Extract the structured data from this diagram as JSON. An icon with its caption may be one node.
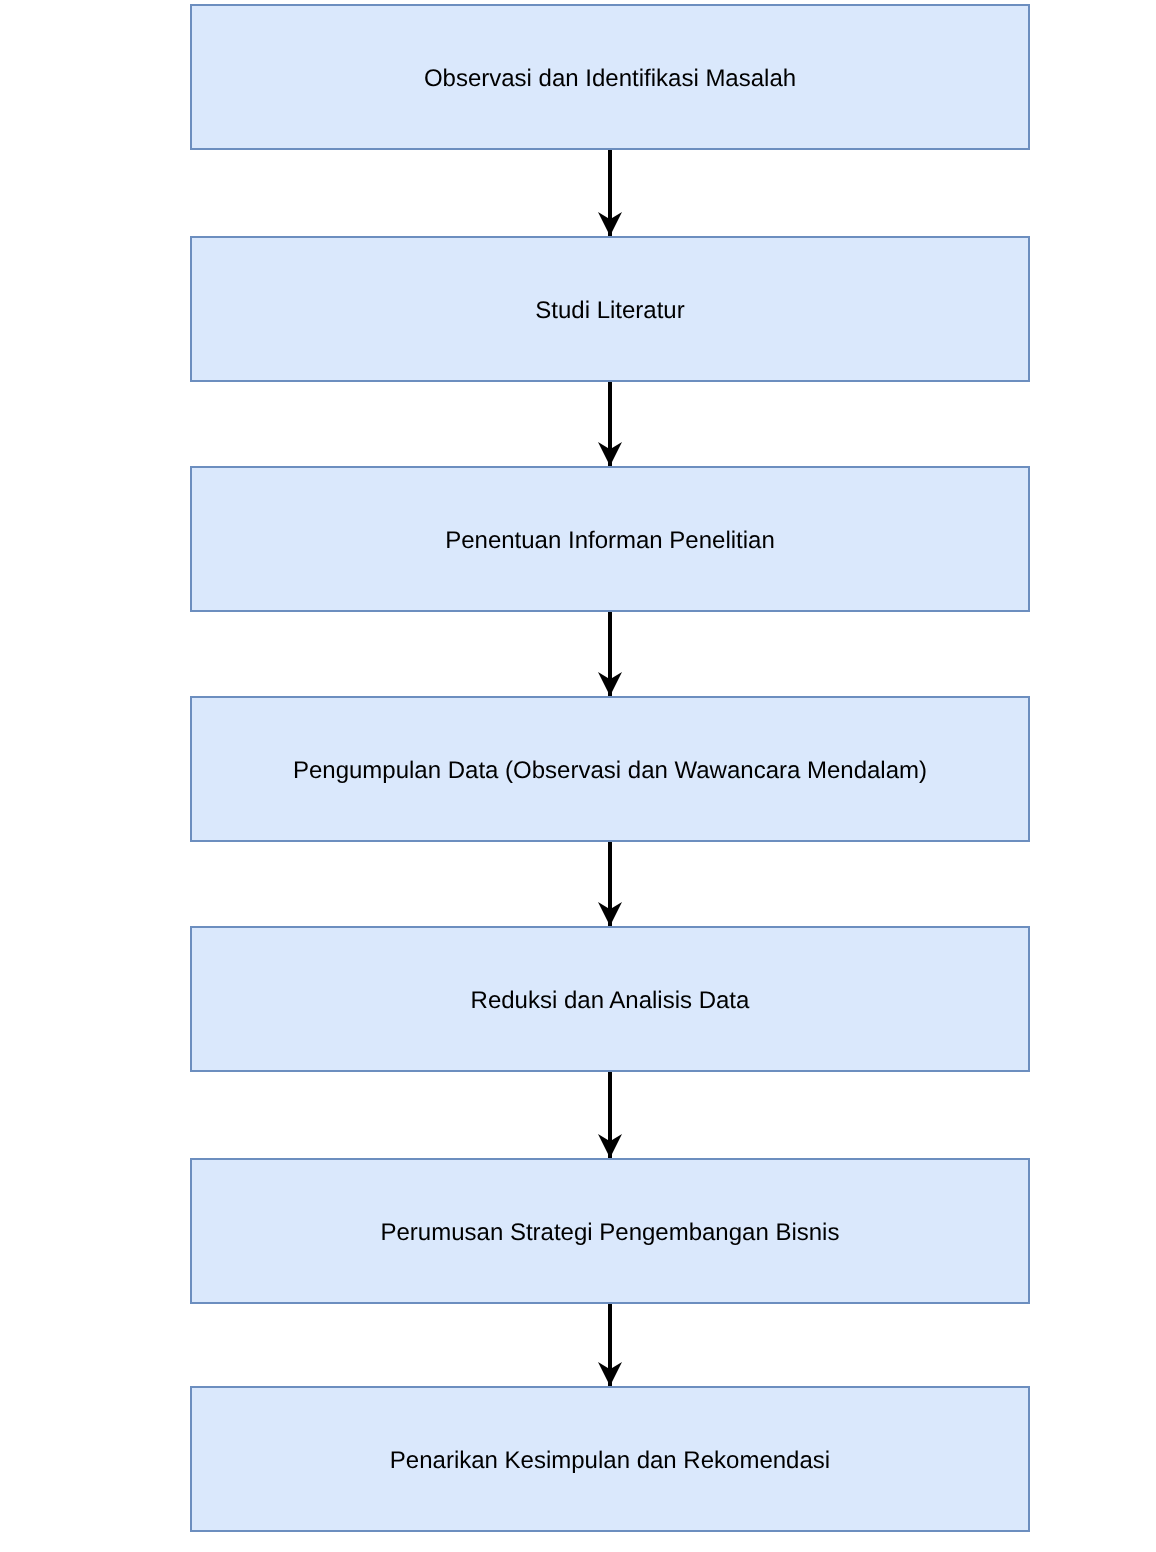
{
  "diagram": {
    "nodes": [
      {
        "text": [
          "Observasi dan Identifikasi Masalah"
        ]
      },
      {
        "text": [
          "Studi Literatur"
        ]
      },
      {
        "text": [
          "Penentuan Informan Penelitian"
        ]
      },
      {
        "text": [
          "Pengumpulan Data (Observasi dan Wawancara Mendalam)"
        ]
      },
      {
        "text": [
          "Reduksi dan Analisis Data"
        ]
      },
      {
        "text": [
          "Perumusan Strategi Pengembangan Bisnis"
        ]
      },
      {
        "text": [
          "Penarikan Kesimpulan dan Rekomendasi"
        ]
      }
    ],
    "edges": [
      {
        "from": 0,
        "to": 1,
        "arrow": "to"
      },
      {
        "from": 1,
        "to": 2,
        "arrow": "to"
      },
      {
        "from": 2,
        "to": 3,
        "arrow": "to"
      },
      {
        "from": 3,
        "to": 4,
        "arrow": "to"
      },
      {
        "from": 4,
        "to": 5,
        "arrow": "to"
      },
      {
        "from": 5,
        "to": 6,
        "arrow": "to"
      }
    ]
  }
}
